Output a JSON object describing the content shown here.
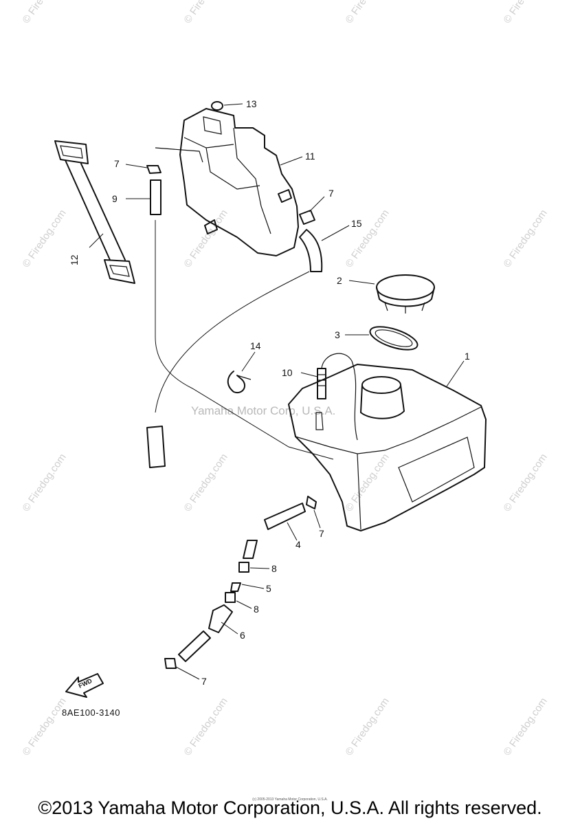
{
  "watermarks": {
    "site": "© Firedog.com",
    "center": "Yamaha Motor Corp, U.S.A."
  },
  "callouts": [
    "1",
    "2",
    "3",
    "4",
    "5",
    "6",
    "7",
    "7",
    "7",
    "7",
    "8",
    "8",
    "9",
    "10",
    "11",
    "12",
    "13",
    "14",
    "15"
  ],
  "diagram_code": "8AE100-3140",
  "fwd_label": "FWD",
  "copyright": "©2013 Yamaha Motor Corporation, U.S.A. All rights reserved.",
  "tiny_copyright": "(c) 2005-2013 Yamaha Motor Corporation, U.S.A."
}
